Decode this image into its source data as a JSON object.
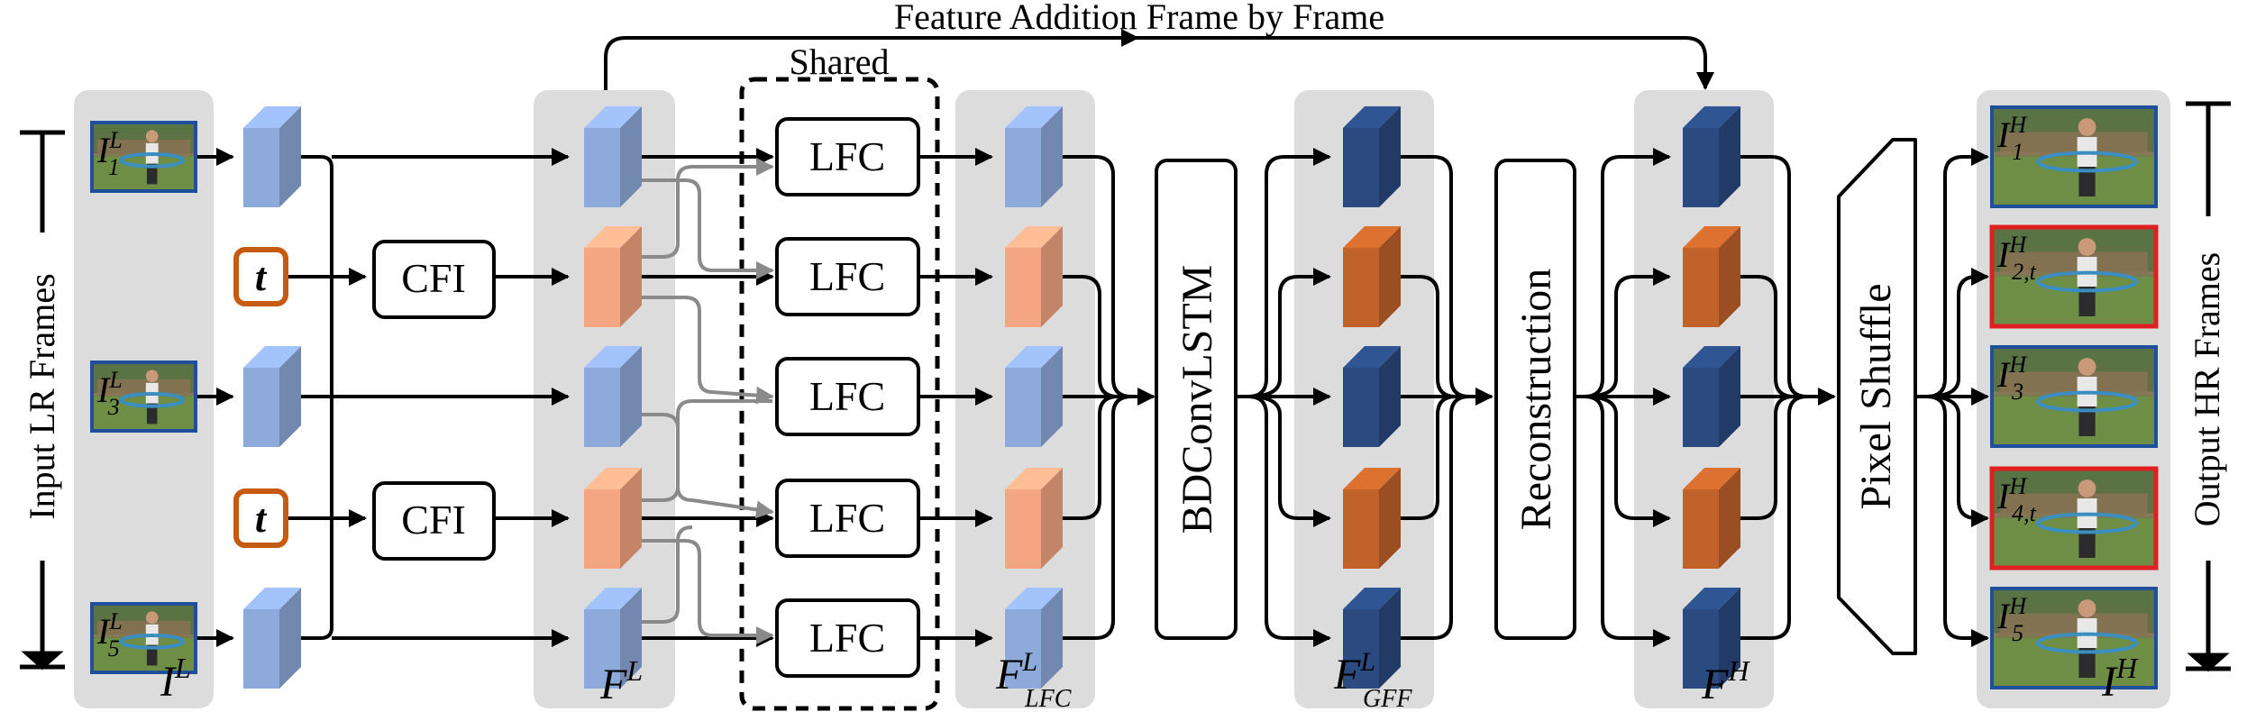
{
  "top_label": "Feature Addition Frame by Frame",
  "shared_label": "Shared",
  "input_axis_label": "Input LR Frames",
  "output_axis_label": "Output HR Frames",
  "t_symbol": "t",
  "modules": {
    "cfi": "CFI",
    "lfc": "LFC",
    "bdconvlstm": "BDConvLSTM",
    "reconstruction": "Reconstruction",
    "pixel_shuffle": "Pixel Shuffle"
  },
  "group_labels": {
    "input_frames": {
      "base": "I",
      "sup": "L"
    },
    "feat_l": {
      "base": "F",
      "sup": "L"
    },
    "feat_lfc": {
      "base": "F",
      "sup": "L",
      "sub": "LFC"
    },
    "feat_gff": {
      "base": "F",
      "sup": "L",
      "sub": "GFF"
    },
    "feat_h": {
      "base": "F",
      "sup": "H"
    },
    "output_frames": {
      "base": "I",
      "sup": "H"
    }
  },
  "input_frames": [
    {
      "base": "I",
      "sup": "L",
      "sub": "1"
    },
    {
      "base": "I",
      "sup": "L",
      "sub": "3"
    },
    {
      "base": "I",
      "sup": "L",
      "sub": "5"
    }
  ],
  "output_frames": [
    {
      "base": "I",
      "sup": "H",
      "sub": "1",
      "highlighted": false
    },
    {
      "base": "I",
      "sup": "H",
      "sub": "2,t",
      "highlighted": true
    },
    {
      "base": "I",
      "sup": "H",
      "sub": "3",
      "highlighted": false
    },
    {
      "base": "I",
      "sup": "H",
      "sub": "4,t",
      "highlighted": true
    },
    {
      "base": "I",
      "sup": "H",
      "sub": "5",
      "highlighted": false
    }
  ],
  "colors": {
    "panel_bg": "#dcdcdc",
    "light_blue": "#8eaadb",
    "light_orange": "#f4a582",
    "dark_blue": "#2a4a80",
    "dark_orange": "#c0622a",
    "t_border": "#c55a11",
    "highlight_border": "#e02020",
    "gray_arrow": "#8a8a8a",
    "line": "#000000"
  }
}
